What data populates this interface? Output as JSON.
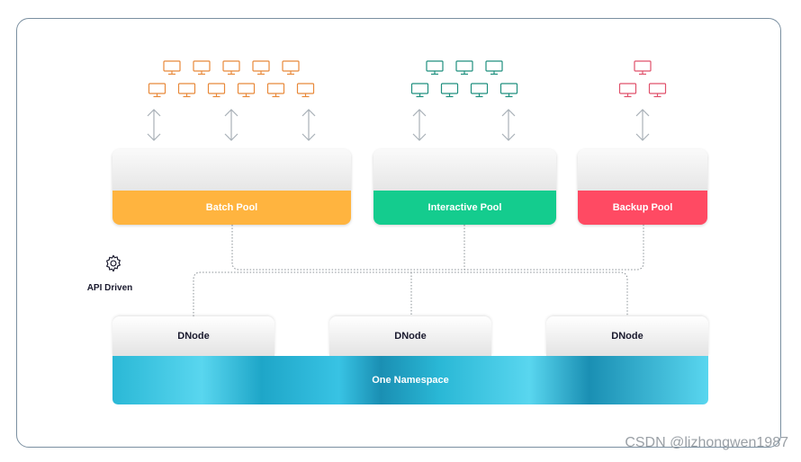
{
  "pools": [
    {
      "label": "Batch Pool",
      "color": "#ffb43f",
      "monitor_color": "#e8893a",
      "monitor_rows": [
        5,
        6
      ],
      "nodes": 6
    },
    {
      "label": "Interactive Pool",
      "color": "#14cc8e",
      "monitor_color": "#1e8f7e",
      "monitor_rows": [
        3,
        4
      ],
      "nodes": 4
    },
    {
      "label": "Backup Pool",
      "color": "#ff4a63",
      "monitor_color": "#e0516b",
      "monitor_rows": [
        1,
        2
      ],
      "nodes": 2
    }
  ],
  "dnodes": [
    "DNode",
    "DNode",
    "DNode"
  ],
  "namespace": "One Namespace",
  "api_label": "API Driven",
  "watermark": "CSDN @lizhongwen1987"
}
